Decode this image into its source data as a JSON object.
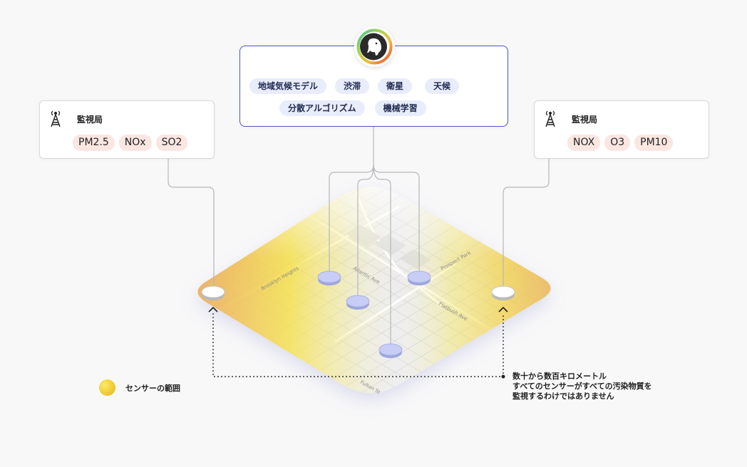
{
  "left_station": {
    "title": "監視局",
    "pollutants": [
      "PM2.5",
      "NOx",
      "SO2"
    ]
  },
  "right_station": {
    "title": "監視局",
    "pollutants": [
      "NOX",
      "O3",
      "PM10"
    ]
  },
  "center_panel": {
    "row1": [
      "地域気候モデル",
      "渋滞",
      "衛星",
      "天候"
    ],
    "row2": [
      "分散アルゴリズム",
      "機械学習"
    ]
  },
  "map_labels": {
    "street_1": "Brooklyn Heights",
    "street_2": "Atlantic Ave",
    "street_3": "Flatbush Ave",
    "street_4": "Prospect Park",
    "street_5": "Fulton St"
  },
  "legend": {
    "label": "センサーの範囲"
  },
  "range_note": {
    "line1": "数十から数百キロメートル",
    "line2": "すべてのセンサーがすべての汚染物質を",
    "line3": "監視するわけではありません"
  },
  "colors": {
    "accent_blue": "#4a57c6",
    "chip_pink": "#fbe6e1",
    "chip_blue": "#e9ecfb",
    "map_yellow": "#f5e24a",
    "map_orange": "#eaa15c",
    "sensor_blue": "#c7cdf5"
  },
  "icons": {
    "station": "radio-tower-icon",
    "logo": "elephant-logo-icon",
    "sensor_marker": "chevron-up-icon"
  }
}
